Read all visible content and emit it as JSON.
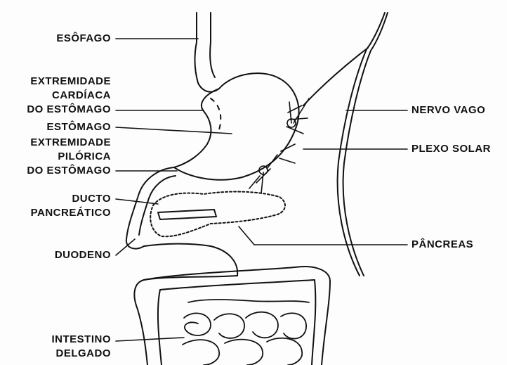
{
  "colors": {
    "ink": "#111111",
    "paper": "#fdfdfd"
  },
  "labels": {
    "esofago": "ESÔFAGO",
    "extremidade_cardiaca": [
      "EXTREMIDADE",
      "CARDÍACA",
      "DO ESTÔMAGO"
    ],
    "estomago": "ESTÔMAGO",
    "extremidade_pilorica": [
      "EXTREMIDADE",
      "PILÓRICA",
      "DO ESTÔMAGO"
    ],
    "ducto_pancreatico": [
      "DUCTO",
      "PANCREÁTICO"
    ],
    "duodeno": "DUODENO",
    "intestino_delgado": [
      "INTESTINO",
      "DELGADO"
    ],
    "nervo_vago": "NERVO VAGO",
    "plexo_solar": "PLEXO SOLAR",
    "pancreas": "PÂNCREAS"
  }
}
